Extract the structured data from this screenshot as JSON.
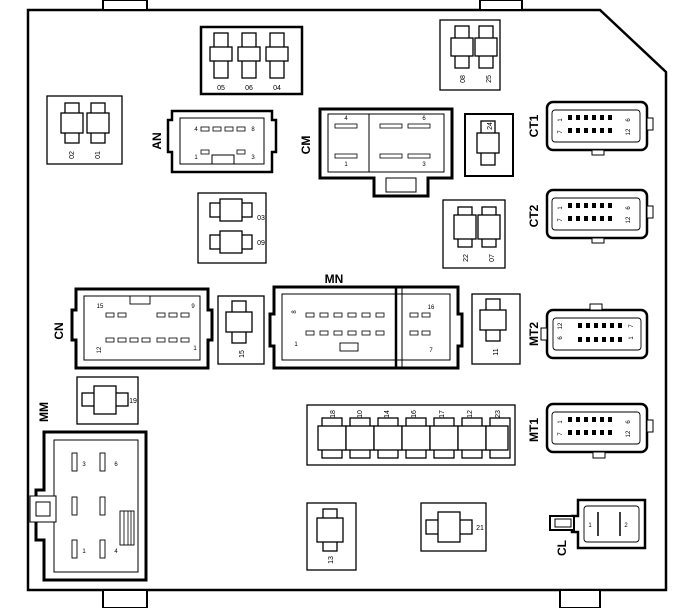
{
  "fuse_labels": {
    "f05": "05",
    "f06": "06",
    "f04": "04",
    "f08": "08",
    "f25": "25",
    "f02": "02",
    "f01": "01",
    "f24": "24",
    "f03": "03",
    "f09": "09",
    "f22": "22",
    "f07": "07",
    "f15": "15",
    "f11": "11",
    "f19": "19",
    "f18": "18",
    "f10": "10",
    "f14": "14",
    "f16": "16",
    "f17": "17",
    "f12": "12",
    "f23": "23",
    "f13": "13",
    "f21": "21"
  },
  "connector_labels": {
    "an": "AN",
    "cm": "CM",
    "ct1": "CT1",
    "ct2": "CT2",
    "cn": "CN",
    "mn": "MN",
    "mt2": "MT2",
    "mt1": "MT1",
    "mm": "MM",
    "cl": "CL"
  },
  "pin_labels": {
    "an_4": "4",
    "an_8": "8",
    "an_1": "1",
    "an_3": "3",
    "cm_4": "4",
    "cm_6": "6",
    "cm_1": "1",
    "cm_3": "3",
    "ct1_1": "1",
    "ct1_7": "7",
    "ct1_6": "6",
    "ct1_12": "12",
    "ct2_1": "1",
    "ct2_7": "7",
    "ct2_6": "6",
    "ct2_12": "12",
    "mt2_12": "12",
    "mt2_6": "6",
    "mt2_7": "7",
    "mt2_1": "1",
    "mt1_1": "1",
    "mt1_7": "7",
    "mt1_6": "6",
    "mt1_12": "12",
    "cn_15": "15",
    "cn_9": "9",
    "cn_12": "12",
    "cn_1": "1",
    "mn_8": "8",
    "mn_16": "16",
    "mn_1": "1",
    "mn_7": "7",
    "mm_3": "3",
    "mm_6": "6",
    "mm_1": "1",
    "mm_4": "4",
    "cl_1": "1",
    "cl_2": "2"
  }
}
